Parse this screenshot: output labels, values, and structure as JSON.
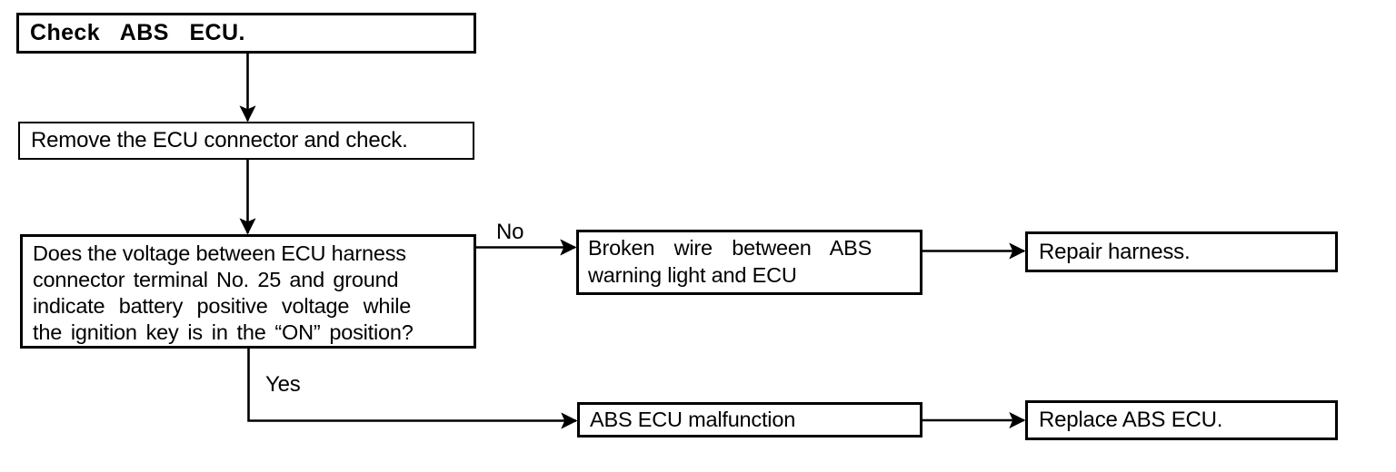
{
  "diagram": {
    "title": "ABS ECU check flowchart",
    "ink_color": "#000000",
    "background_color": "#ffffff",
    "nodes": [
      {
        "id": "check-abs-ecu",
        "lines": [
          "Check  ABS  ECU."
        ],
        "emphasis": "bold"
      },
      {
        "id": "remove-connector",
        "lines": [
          "Remove the ECU connector and check."
        ],
        "emphasis": "normal"
      },
      {
        "id": "voltage-question",
        "lines": [
          "Does the voltage between ECU harness",
          "connector terminal No. 25 and ground",
          "indicate battery positive voltage while",
          "the ignition key is in the “ON” position?"
        ],
        "emphasis": "normal"
      },
      {
        "id": "broken-wire",
        "lines": [
          "Broken wire between ABS",
          "warning light and ECU"
        ],
        "emphasis": "normal"
      },
      {
        "id": "repair-harness",
        "lines": [
          "Repair harness."
        ],
        "emphasis": "normal"
      },
      {
        "id": "ecu-malfunction",
        "lines": [
          "ABS ECU malfunction"
        ],
        "emphasis": "normal"
      },
      {
        "id": "replace-abs-ecu",
        "lines": [
          "Replace ABS ECU."
        ],
        "emphasis": "normal"
      }
    ],
    "branch_labels": {
      "no": "No",
      "yes": "Yes"
    },
    "edges": [
      {
        "from": "check-abs-ecu",
        "to": "remove-connector",
        "label": "",
        "direction": "down"
      },
      {
        "from": "remove-connector",
        "to": "voltage-question",
        "label": "",
        "direction": "down"
      },
      {
        "from": "voltage-question",
        "to": "broken-wire",
        "label": "No",
        "direction": "right"
      },
      {
        "from": "broken-wire",
        "to": "repair-harness",
        "label": "",
        "direction": "right"
      },
      {
        "from": "voltage-question",
        "to": "ecu-malfunction",
        "label": "Yes",
        "direction": "down-right"
      },
      {
        "from": "ecu-malfunction",
        "to": "replace-abs-ecu",
        "label": "",
        "direction": "right"
      }
    ]
  }
}
